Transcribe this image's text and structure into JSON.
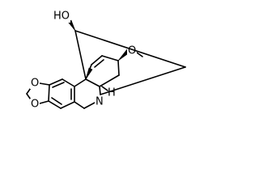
{
  "molecule": {
    "atom_labels": {
      "hydroxyl": "HO",
      "methoxy_oxygen": "O",
      "dioxole_oxygen_top": "O",
      "dioxole_oxygen_bottom": "O",
      "nitrogen": "N",
      "hydrogen": "H"
    }
  },
  "colors": {
    "bond": "#000000",
    "background": "#ffffff"
  }
}
